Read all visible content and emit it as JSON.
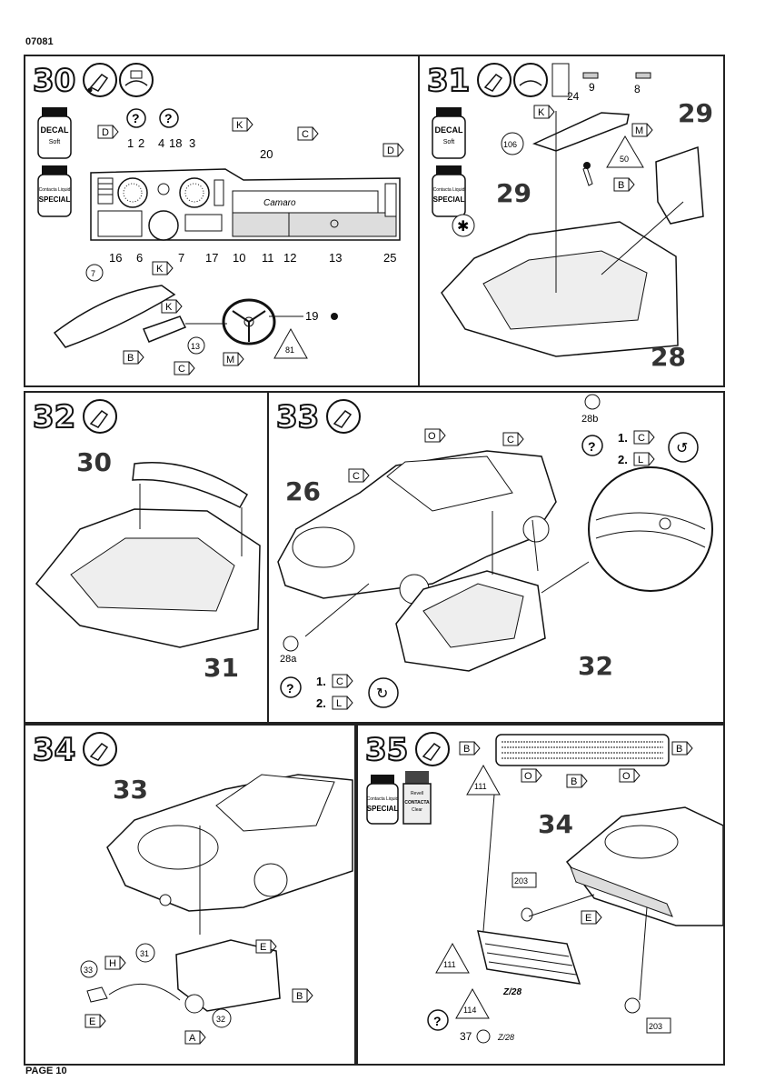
{
  "header": {
    "catalog_number": "07081"
  },
  "footer": {
    "page_label": "PAGE 10"
  },
  "steps": {
    "s30": {
      "number": "30",
      "parts_letters": [
        "D",
        "K",
        "C",
        "D",
        "K",
        "K",
        "B",
        "C",
        "M"
      ],
      "labels_top": {
        "n1": "1",
        "n2": "2",
        "n4": "4",
        "n18": "18",
        "n3": "3",
        "n20": "20"
      },
      "labels_bottom": [
        "16",
        "6",
        "7",
        "17",
        "10",
        "11",
        "12",
        "13",
        "25"
      ],
      "n7": "7",
      "n13": "13",
      "n19": "19",
      "n81": "81",
      "decal_soft": [
        "DECAL",
        "Soft"
      ],
      "contacta_special": [
        "Contacta Liquid",
        "SPECIAL"
      ],
      "dash_script": "Camaro"
    },
    "s31": {
      "number": "31",
      "n9": "9",
      "n8": "8",
      "n24": "24",
      "k": "K",
      "m": "M",
      "n106": "106",
      "n50": "50",
      "b": "B",
      "n29a": "29",
      "n29b": "29",
      "n28": "28",
      "decal_soft": [
        "DECAL",
        "Soft"
      ],
      "contacta_special": [
        "Contacta Liquid",
        "SPECIAL"
      ]
    },
    "s32": {
      "number": "32",
      "n30": "30",
      "n31": "31"
    },
    "s33": {
      "number": "33",
      "n26": "26",
      "n32": "32",
      "o": "O",
      "c1": "C",
      "c2": "C",
      "n28b": "28b",
      "n28a": "28a",
      "opt1": "1.",
      "opt2": "2.",
      "optC": "C",
      "optL": "L"
    },
    "s34": {
      "number": "34",
      "n33a": "33",
      "n31": "31",
      "n33b": "33",
      "n32": "32",
      "e1": "E",
      "e2": "E",
      "h": "H",
      "b": "B",
      "a": "A"
    },
    "s35": {
      "number": "35",
      "n34": "34",
      "n111a": "111",
      "n111b": "111",
      "n203a": "203",
      "n203b": "203",
      "n114": "114",
      "n37": "37",
      "b_left": "B",
      "b_right": "B",
      "o_left": "O",
      "b_mid": "B",
      "o_right": "O",
      "e": "E",
      "z28": "Z/28",
      "contacta_special": [
        "Contacta Liquid",
        "SPECIAL"
      ],
      "contacta_clear": [
        "Revell",
        "CONTACTA",
        "Clear"
      ]
    }
  },
  "colors": {
    "ink": "#1a1a1a",
    "panel_border": "#222222",
    "paper": "#ffffff"
  }
}
